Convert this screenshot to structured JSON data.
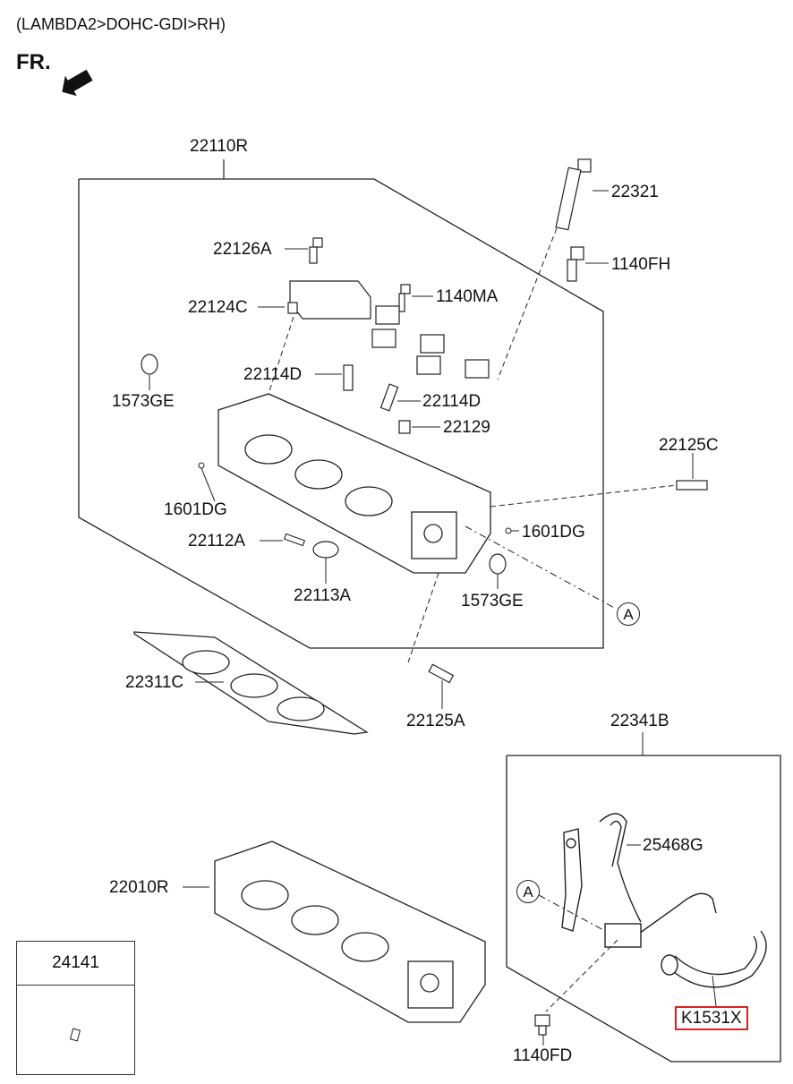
{
  "header": {
    "variant": "(LAMBDA2>DOHC-GDI>RH)",
    "front_label": "FR."
  },
  "parts": {
    "cylinder_head_assy": "22110R",
    "head_bolt": "22321",
    "bolt_1140FH": "1140FH",
    "bolt_22126A": "22126A",
    "bolt_1140MA": "1140MA",
    "dowel_22124C": "22124C",
    "plug_1573GE_left": "1573GE",
    "guide_22114D_left": "22114D",
    "guide_22114D_right": "22114D",
    "seal_22129": "22129",
    "stud_22125C": "22125C",
    "pin_1601DG_left": "1601DG",
    "pin_1601DG_right": "1601DG",
    "pin_22112A": "22112A",
    "seal_22113A": "22113A",
    "plug_1573GE_right": "1573GE",
    "gasket_22311C": "22311C",
    "stud_22125A": "22125A",
    "hose_assy_22341B": "22341B",
    "hose_25468G": "25468G",
    "head_sub_22010R": "22010R",
    "bolt_1140FD": "1140FD",
    "highlighted_part": "K1531X",
    "legend_part": "24141"
  },
  "callouts": {
    "ref_a_top": "A",
    "ref_a_bottom": "A"
  },
  "colors": {
    "highlight": "#e02020",
    "line": "#222222"
  }
}
